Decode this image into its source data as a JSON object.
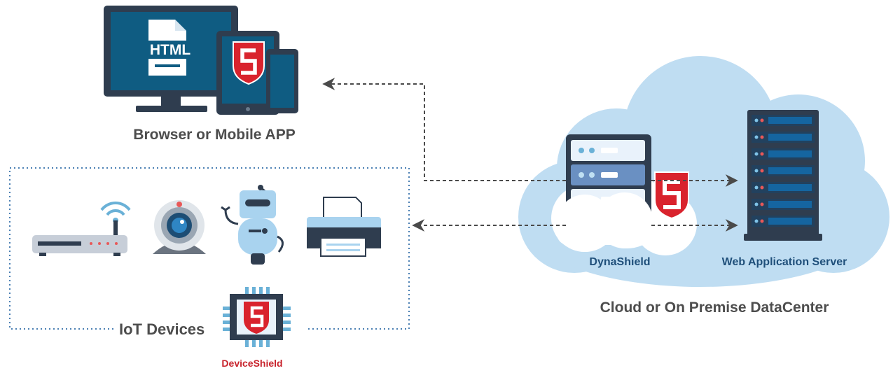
{
  "labels": {
    "browser": "Browser or Mobile APP",
    "iot": "IoT Devices",
    "device_shield": "DeviceShield",
    "dynashield": "DynaShield",
    "web_server": "Web Application Server",
    "cloud": "Cloud or On Premise DataCenter",
    "html_doc": "HTML"
  },
  "colors": {
    "cloud": "#bfddf2",
    "dark_navy": "#2f3d4f",
    "screen_blue": "#0f5c82",
    "shield_red": "#d9232d",
    "label_gray": "#4d4d4d",
    "label_blue": "#1f4f7a",
    "device_red_text": "#c8232c",
    "dotted_border": "#4a7fb3",
    "arrow_gray": "#4a4a4a"
  },
  "icons": [
    "monitor-icon",
    "tablet-icon",
    "phone-icon",
    "html-document-icon",
    "shield-s-logo-icon",
    "router-icon",
    "webcam-icon",
    "robot-icon",
    "printer-icon",
    "chip-icon",
    "server-rack-icon",
    "cloud-icon"
  ]
}
